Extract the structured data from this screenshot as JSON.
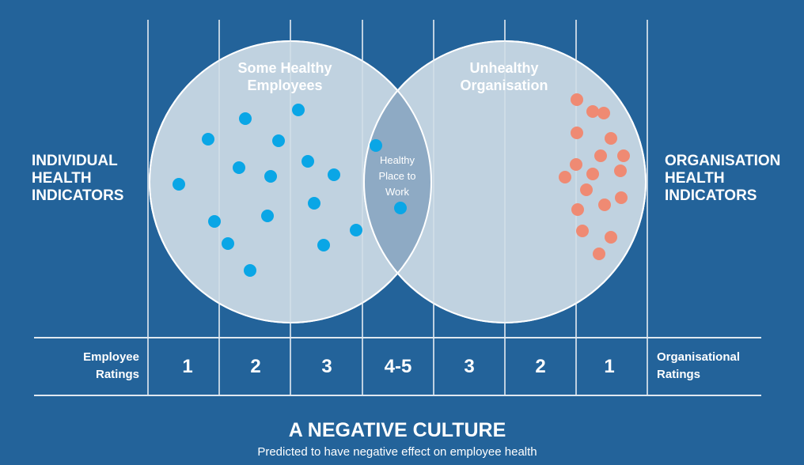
{
  "left_label": [
    "INDIVIDUAL",
    "HEALTH",
    "INDICATORS"
  ],
  "right_label": [
    "ORGANISATION",
    "HEALTH",
    "INDICATORS"
  ],
  "left_circle_title": [
    "Some Healthy",
    "Employees"
  ],
  "right_circle_title": [
    "Unhealthy",
    "Organisation"
  ],
  "overlap_label": [
    "Healthy",
    "Place to",
    "Work"
  ],
  "row_left_label": [
    "Employee",
    "Ratings"
  ],
  "row_right_label": [
    "Organisational",
    "Ratings"
  ],
  "ratings": [
    "1",
    "2",
    "3",
    "4-5",
    "3",
    "2",
    "1"
  ],
  "title": "A NEGATIVE CULTURE",
  "subtitle": "Predicted to have negative effect on employee health",
  "colors": {
    "background": "#23639a",
    "circle": "#c0d2e0",
    "overlap": "#8eaac4",
    "employee_dot": "#0aa6e6",
    "organisation_dot": "#ef8a73"
  }
}
